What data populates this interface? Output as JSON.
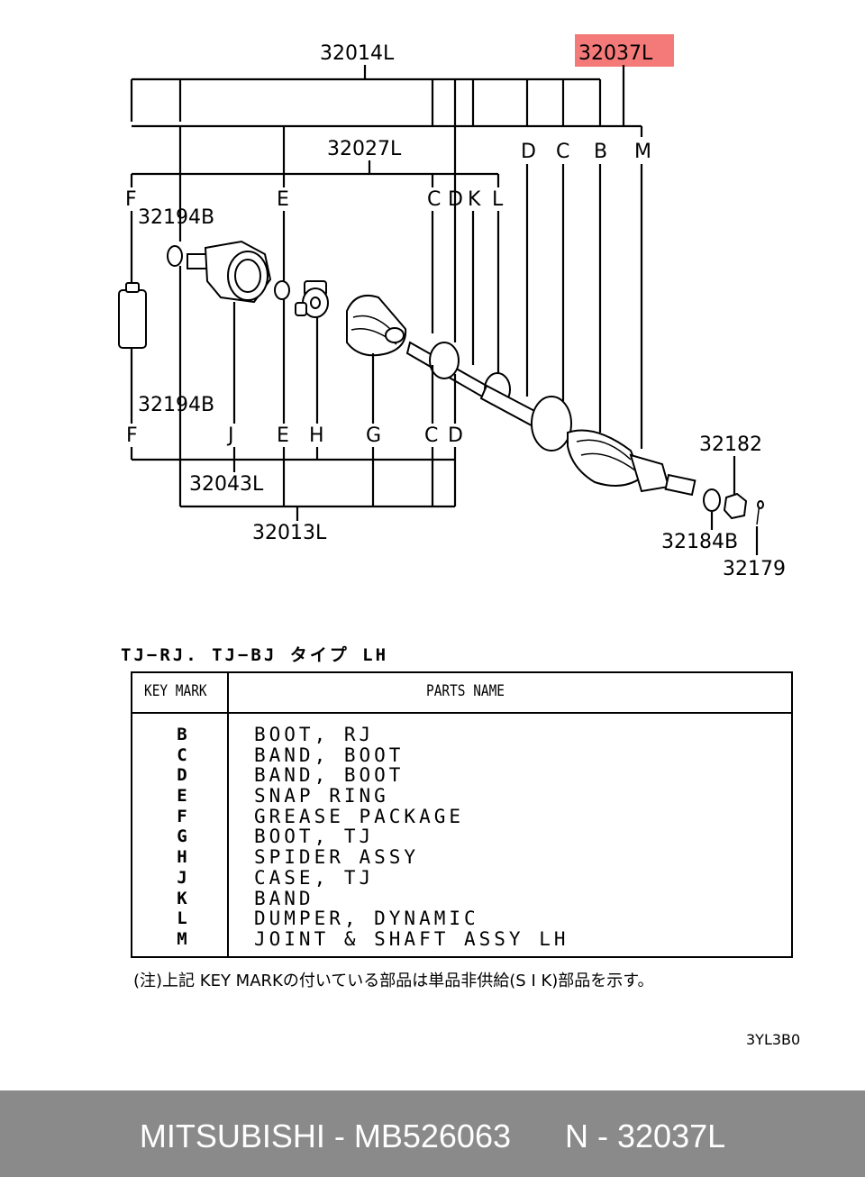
{
  "diagram": {
    "labels": {
      "p32014L": "32014L",
      "p32037L": "32037L",
      "p32027L": "32027L",
      "p32194B_top": "32194B",
      "p32194B_bot": "32194B",
      "p32043L": "32043L",
      "p32013L": "32013L",
      "p32182": "32182",
      "p32184B": "32184B",
      "p32179": "32179"
    },
    "key_letters": {
      "top_D": "D",
      "top_C": "C",
      "top_B": "B",
      "top_M": "M",
      "mid_F": "F",
      "mid_E": "E",
      "mid_C": "C",
      "mid_D": "D",
      "mid_K": "K",
      "mid_L": "L",
      "bot_F": "F",
      "bot_J": "J",
      "bot_E": "E",
      "bot_H": "H",
      "bot_G": "G",
      "bot_C": "C",
      "bot_D": "D"
    },
    "highlight_color": "#f47a7a"
  },
  "table": {
    "title": "TJ−RJ. TJ−BJ タイプ LH",
    "header_key": "KEY MARK",
    "header_name": "PARTS NAME",
    "rows": [
      {
        "key": "B",
        "name": "BOOT, RJ"
      },
      {
        "key": "C",
        "name": "BAND, BOOT"
      },
      {
        "key": "D",
        "name": "BAND, BOOT"
      },
      {
        "key": "E",
        "name": "SNAP RING"
      },
      {
        "key": "F",
        "name": "GREASE PACKAGE"
      },
      {
        "key": "G",
        "name": "BOOT, TJ"
      },
      {
        "key": "H",
        "name": "SPIDER ASSY"
      },
      {
        "key": "J",
        "name": "CASE, TJ"
      },
      {
        "key": "K",
        "name": "BAND"
      },
      {
        "key": "L",
        "name": "DUMPER, DYNAMIC"
      },
      {
        "key": "M",
        "name": "JOINT & SHAFT ASSY LH"
      }
    ],
    "note": "(注)上記 KEY MARKの付いている部品は単品非供給(S I K)部品を示す。"
  },
  "code": "3YL3B0",
  "footer": {
    "text": "MITSUBISHI - MB526063      N - 32037L",
    "background": "#8a8a8a"
  }
}
